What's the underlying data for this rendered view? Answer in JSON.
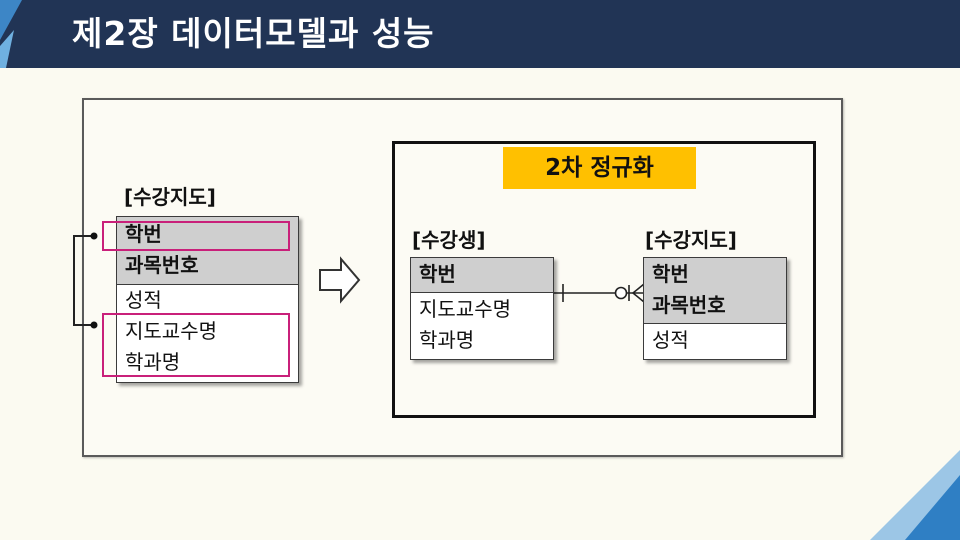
{
  "slide": {
    "title": "제2장 데이터모델과 성능"
  },
  "before": {
    "label": "[수강지도]",
    "key_fields": [
      "학번",
      "과목번호"
    ],
    "fields": [
      "성적",
      "지도교수명",
      "학과명"
    ]
  },
  "after": {
    "heading": "2차 정규화",
    "student": {
      "label": "[수강생]",
      "key_fields": [
        "학번"
      ],
      "fields": [
        "지도교수명",
        "학과명"
      ]
    },
    "advising": {
      "label": "[수강지도]",
      "key_fields": [
        "학번",
        "과목번호"
      ],
      "fields": [
        "성적"
      ]
    }
  },
  "colors": {
    "header_bg": "#213455",
    "highlight": "#c9207a",
    "heading_bg": "#ffc000",
    "key_bg": "#cfcfcf"
  }
}
